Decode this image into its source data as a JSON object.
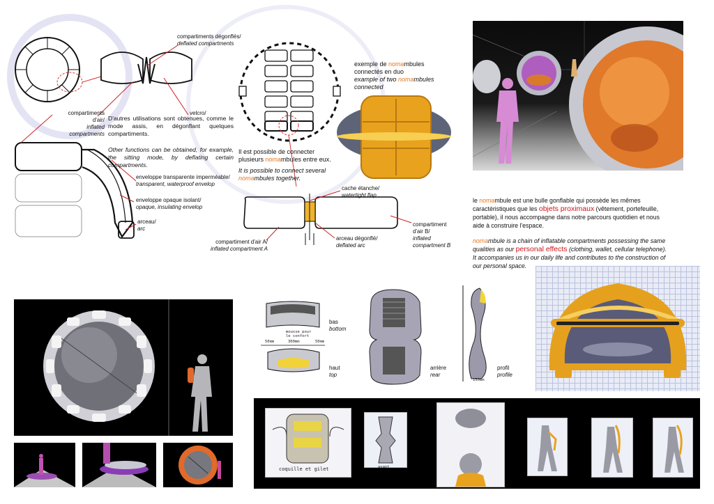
{
  "top_left": {
    "deflated_fr": "compartiments dégonflés/",
    "deflated_en": "deflated compartments",
    "air_fr_1": "compartiments",
    "air_fr_2": "d'air/",
    "air_en_1": "inflated",
    "air_en_2": "compartments",
    "velcro": "velcro/",
    "other_fr": "D'autres utilisations sont obtenues, comme le mode assis, en dégonflant quelques compartiments.",
    "other_en": "Other functions can be obtained, for example, the sitting mode, by deflating certain compartments.",
    "transparent_fr": "enveloppe transparente imperméable/",
    "transparent_en": "transparent, waterproof envelop",
    "opaque_fr": "enveloppe opaque isolant/",
    "opaque_en": "opaque, insulating envelop",
    "arc_fr": "arceau/",
    "arc_en": "arc"
  },
  "top_center": {
    "example_fr_pre": "exemple de ",
    "example_fr_hl": "noma",
    "example_fr_post": "mbules",
    "example_fr_2": "connectés en duo",
    "example_en_pre": "example of two ",
    "example_en_hl": "noma",
    "example_en_post": "mbules",
    "example_en_2": "connected",
    "connect_fr_1": "Il est possible de connecter",
    "connect_fr_2_pre": "plusieurs ",
    "connect_fr_2_hl": "noma",
    "connect_fr_2_post": "mbules entre eux.",
    "connect_en_1": "It is possible to connect several",
    "connect_en_2_hl": "noma",
    "connect_en_2_post": "mbules together.",
    "flap_fr": "cache étanche/",
    "flap_en": "watertight flap",
    "compA_fr": "compartiment d'air A/",
    "compA_en": "inflated compartment A",
    "arcD_fr": "arceau dégonflé/",
    "arcD_en": "deflated arc",
    "compB_fr_1": "compartiment",
    "compB_fr_2": "d'air B/",
    "compB_en_1": "inflated",
    "compB_en_2": "compartment B"
  },
  "right_text": {
    "fr_1_pre": "le ",
    "fr_1_hl": "noma",
    "fr_1_post": "mbule est une bulle gonflable qui possède les mêmes",
    "fr_2_pre": "caractéristiques que les ",
    "fr_2_hl": "objets proximaux",
    "fr_2_post": " (vêtement, portefeuille,",
    "fr_3": "portable), il nous accompagne dans notre parcours quotidien et nous",
    "fr_4": "aide à construire l'espace.",
    "en_1_hl": "noma",
    "en_1_post": "mbule is a chain of inflatable compartments possessing the same",
    "en_2_pre": "qualities as our ",
    "en_2_hl": "personal effects",
    "en_2_post": " (clothing, wallet, cellular telephone).",
    "en_3": "It accompanies us in our daily life and contributes to the construction of",
    "en_4": "our personal space."
  },
  "sketches": {
    "bas": "bas",
    "bottom": "bottom",
    "haut": "haut",
    "top": "top",
    "arriere": "arrière",
    "rear": "rear",
    "profil": "profil",
    "profile": "profile",
    "mousse_1": "mousse pour",
    "mousse_2": "le confort",
    "dim_50a": "50mm",
    "dim_300": "300mm",
    "dim_50b": "50mm",
    "dim_150": "150mm",
    "coquille": "coquille et gilet",
    "avant": "avant"
  },
  "colors": {
    "accent_orange": "#e8761a",
    "highlight_red": "#d0121a",
    "yellow_pad": "#f0b42a",
    "black_panel": "#000000"
  }
}
